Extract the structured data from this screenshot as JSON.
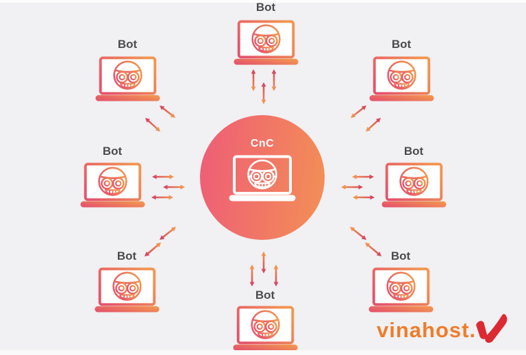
{
  "diagram": {
    "title_hidden": "",
    "center": {
      "id": "cnc",
      "label": "CnC",
      "icon": "bot-laptop-icon"
    },
    "bots": [
      {
        "id": "bot-top",
        "label": "Bot",
        "icon": "bot-laptop-icon"
      },
      {
        "id": "bot-top-left",
        "label": "Bot",
        "icon": "bot-laptop-icon"
      },
      {
        "id": "bot-top-right",
        "label": "Bot",
        "icon": "bot-laptop-icon"
      },
      {
        "id": "bot-mid-left",
        "label": "Bot",
        "icon": "bot-laptop-icon"
      },
      {
        "id": "bot-mid-right",
        "label": "Bot",
        "icon": "bot-laptop-icon"
      },
      {
        "id": "bot-bottom-left",
        "label": "Bot",
        "icon": "bot-laptop-icon"
      },
      {
        "id": "bot-bottom-right",
        "label": "Bot",
        "icon": "bot-laptop-icon"
      },
      {
        "id": "bot-bottom",
        "label": "Bot",
        "icon": "bot-laptop-icon"
      }
    ],
    "connections": [
      {
        "from": "bot-top",
        "to": "cnc",
        "direction": "bidirectional",
        "arrow_count": 3
      },
      {
        "from": "bot-top-left",
        "to": "cnc",
        "direction": "bidirectional",
        "arrow_count": 2
      },
      {
        "from": "bot-top-right",
        "to": "cnc",
        "direction": "bidirectional",
        "arrow_count": 2
      },
      {
        "from": "bot-mid-left",
        "to": "cnc",
        "direction": "bidirectional",
        "arrow_count": 3
      },
      {
        "from": "bot-mid-right",
        "to": "cnc",
        "direction": "bidirectional",
        "arrow_count": 3
      },
      {
        "from": "bot-bottom-left",
        "to": "cnc",
        "direction": "bidirectional",
        "arrow_count": 2
      },
      {
        "from": "bot-bottom-right",
        "to": "cnc",
        "direction": "bidirectional",
        "arrow_count": 2
      },
      {
        "from": "bot-bottom",
        "to": "cnc",
        "direction": "bidirectional",
        "arrow_count": 3
      }
    ]
  },
  "watermark": {
    "text": "vinahost.",
    "logo": "red-check-v-logo"
  },
  "colors": {
    "background": "#f1f0f2",
    "gradient_pink": "#ee5d77",
    "gradient_orange": "#f39055",
    "laptop_stroke_pink": "#e5536b",
    "laptop_stroke_orange": "#f29550",
    "arrow_red": "#d6495f",
    "arrow_orange": "#f09250",
    "label_text": "#4b4b4d",
    "cnc_text": "#ffffff",
    "watermark_orange": "#ee7d2b",
    "watermark_red": "#dc2a32"
  }
}
